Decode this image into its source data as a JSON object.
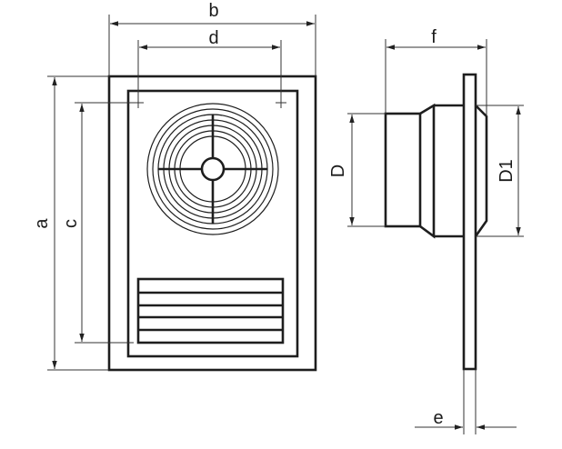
{
  "drawing": {
    "front_view": {
      "labels": {
        "a": "a",
        "b": "b",
        "c": "c",
        "d": "d"
      }
    },
    "side_view": {
      "labels": {
        "D": "D",
        "D1": "D1",
        "e": "e",
        "f": "f"
      }
    },
    "colors": {
      "line": "#1e1e1e",
      "background": "#ffffff"
    }
  }
}
